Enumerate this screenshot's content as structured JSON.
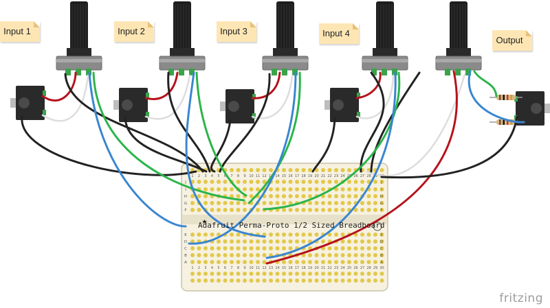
{
  "labels": {
    "input1": "Input 1",
    "input2": "Input 2",
    "input3": "Input 3",
    "input4": "Input 4",
    "output": "Output"
  },
  "breadboard": {
    "title": "Adafruit Perma-Proto 1/2 Sized Breadboard",
    "columns": [
      "1",
      "2",
      "3",
      "4",
      "5",
      "6",
      "7",
      "8",
      "9",
      "10",
      "11",
      "12",
      "13",
      "14",
      "15",
      "16",
      "17",
      "18",
      "19",
      "20",
      "21",
      "22",
      "23",
      "24",
      "25",
      "26",
      "27",
      "28",
      "29",
      "30"
    ],
    "rows_top": [
      "J",
      "I",
      "H",
      "G",
      "F"
    ],
    "rows_bottom": [
      "E",
      "D",
      "C",
      "B",
      "A"
    ]
  },
  "brand": "fritzing",
  "colors": {
    "wire_black": "#222222",
    "wire_red": "#b5121b",
    "wire_green": "#2bb54a",
    "wire_blue": "#3a86d0",
    "wire_white": "#dddddd",
    "board": "#f6f1e0",
    "hole": "#e2c84a"
  }
}
